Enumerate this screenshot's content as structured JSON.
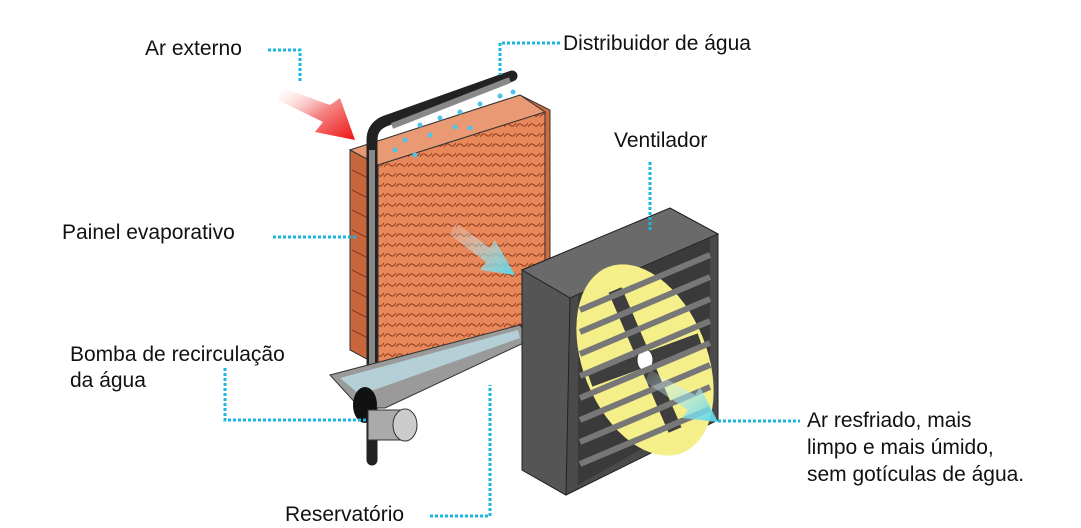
{
  "labels": {
    "outside_air": "Ar externo",
    "water_distributor": "Distribuidor de água",
    "fan": "Ventilador",
    "evaporative_panel": "Painel evaporativo",
    "pump_line1": "Bomba de recirculação",
    "pump_line2": "da água",
    "reservoir": "Reservatório",
    "cooled_air_line1": "Ar resfriado, mais",
    "cooled_air_line2": "limpo e mais úmido,",
    "cooled_air_line3": "sem gotículas  de água."
  },
  "colors": {
    "leader": "#1ab8e0",
    "panel": "#e8875a",
    "panel_line": "#8a3a1c",
    "fan_housing": "#5a5a5a",
    "fan_blade": "#f5ef8a",
    "hot_air": "#ee2222",
    "cool_air": "#66d6e6",
    "water_drop": "#4fc3e8"
  }
}
